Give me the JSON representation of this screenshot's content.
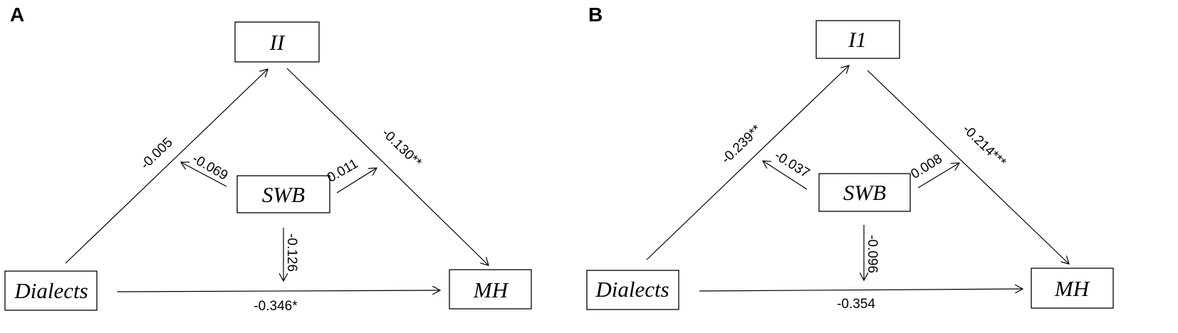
{
  "panels": [
    {
      "letter": "A",
      "nodes": {
        "ii": "II",
        "swb": "SWB",
        "dialects": "Dialects",
        "mh": "MH"
      },
      "coefficients": {
        "dialects_ii": "-0.005",
        "ii_mh": "-0.130**",
        "swb_ii": "-0.069",
        "swb_mh": "0.011",
        "swb_down": "-0.126",
        "dialects_mh": "-0.346*"
      }
    },
    {
      "letter": "B",
      "nodes": {
        "ii": "I1",
        "swb": "SWB",
        "dialects": "Dialects",
        "mh": "MH"
      },
      "coefficients": {
        "dialects_ii": "-0.239**",
        "ii_mh": "-0.214***",
        "swb_ii": "-0.037",
        "swb_mh": "0.008",
        "swb_down": "-0.096",
        "dialects_mh": "-0.354"
      }
    }
  ]
}
